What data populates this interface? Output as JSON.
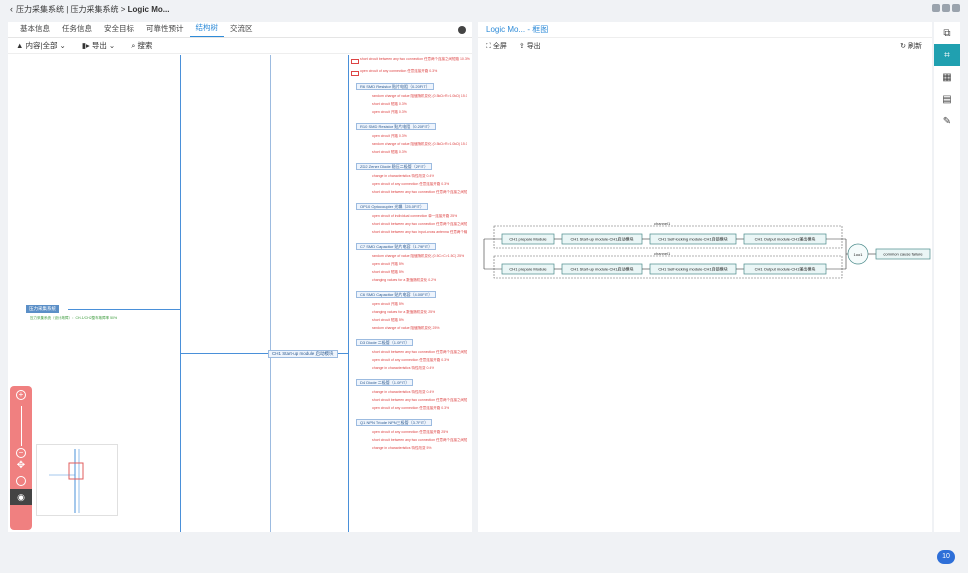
{
  "breadcrumb": {
    "back_icon": "chevron-left-icon",
    "path": "压力采集系统 | 压力采集系统 >",
    "current": "Logic Mo..."
  },
  "left_panel": {
    "tabs": [
      "基本信息",
      "任务信息",
      "安全目标",
      "可靠性预计",
      "结构树",
      "交流区"
    ],
    "active_tab": "结构树",
    "toolbar": {
      "content_label": "内容|全部",
      "export_label": "导出",
      "search_label": "搜索"
    },
    "tree": {
      "root": "压力采集系统",
      "root_sub": "压力采集系统（设计故障）：CH-1/CH2整车故障率 50%",
      "module": "CH1 Start-up module 启动模块",
      "components": [
        {
          "name": "R6 SMD Resistor 贴片电阻（0.20FIT）",
          "modes": [
            "random change of value 阻值随机变化 (0.5kΩ>R>1.0kΩ) 15.0%",
            "short circuit 短路 0.3%",
            "open circuit 开路 0.3%"
          ]
        },
        {
          "name": "R10 SMD Resistor 贴片电阻（0.20FIT）",
          "modes": [
            "open circuit 开路 0.3%",
            "random change of value 阻值随机变化 (0.5kΩ>R>1.0kΩ) 15.0%",
            "short circuit 短路 0.3%"
          ]
        },
        {
          "name": "ZD2 Zener Diode 稳压二极管（2FIT）",
          "modes": [
            "change in characteristics 特性改变 0.4%",
            "open circuit of any connection 任意连接开路 0.3%",
            "short circuit between any two connection 任意两个连接之间短路 10.3%"
          ]
        },
        {
          "name": "OP10 Optocoupler 光耦（25.0FIT）",
          "modes": [
            "open circuit of individual connection 单一连接开路 25%",
            "short circuit between any two connection 任意两个连接之间短路 25%",
            "short circuit between any two input-cross antenna 任意两个输入和输出连接之间短路 25%"
          ]
        },
        {
          "name": "C7 SMD Capacitor 贴片电容（1.79FIT）",
          "modes": [
            "random change of value 阻值随机变化 (0.5C>C>1.5C) 25%",
            "open circuit 开路 5%",
            "short circuit 短路 5%",
            "changing values for a 数值随机变化 0.2%"
          ]
        },
        {
          "name": "C6 SMD Capacitor 贴片电容（4.00FIT）",
          "modes": [
            "open circuit 开路 5%",
            "changing values for a 数值随机变化 25%",
            "short circuit 短路 5%",
            "random change of value 阻值随机变化 25%"
          ]
        },
        {
          "name": "D3 Diode 二极管（1.0FIT）",
          "modes": [
            "short circuit between any two connection 任意两个连接之间短路 10.3%",
            "open circuit of any connection 任意连接开路 0.3%",
            "change in characteristics 特性改变 0.4%"
          ]
        },
        {
          "name": "D4 Diode 二极管（1.0FIT）",
          "modes": [
            "change in characteristics 特性改变 0.4%",
            "short circuit between any two connection 任意两个连接之间短路 10.3%",
            "open circuit of any connection 任意连接开路 0.3%"
          ]
        },
        {
          "name": "Q1 NPN Triode NPN三极管（3.7FIT）",
          "modes": [
            "open circuit of any connection 任意连接开路 25%",
            "short circuit between any two connection 任意两个连接之间短路 25%",
            "change in characteristics 特性改变 5%"
          ]
        }
      ],
      "top_modes": [
        "short circuit between any two connection 任意两个连接之间短路 10.3%",
        "open circuit of any connection 任意连接开路 0.3%"
      ]
    },
    "zoom_icons": [
      "zoom-in-icon",
      "zoom-out-icon",
      "move-icon",
      "fit-icon",
      "eye-icon"
    ]
  },
  "right_panel": {
    "title": "Logic Mo... - 框图",
    "toolbar": {
      "fullscreen_label": "全屏",
      "export_label": "导出",
      "refresh_label": "刷新"
    },
    "diagram": {
      "channels": [
        {
          "label": "channel1",
          "blocks": [
            "CH1 prepare Module",
            "CH1 Start-up module-CH1启动模块",
            "CH1 Self-locking module-CH1自锁模块",
            "CH1 Output module-CH1输出模块"
          ]
        },
        {
          "label": "channel1",
          "blocks": [
            "CH1 prepare Module",
            "CH1 Start-up module-CH1启动模块",
            "CH1 Self-locking module-CH1自锁模块",
            "CH1 Output module-CH1输出模块"
          ]
        }
      ],
      "vote_label": "1oo1",
      "ccf_label": "common cause failure"
    }
  },
  "sidebar_icons": [
    "cube-icon",
    "block-diagram-icon",
    "grid-icon",
    "document-icon",
    "edit-icon"
  ],
  "badge": "10"
}
